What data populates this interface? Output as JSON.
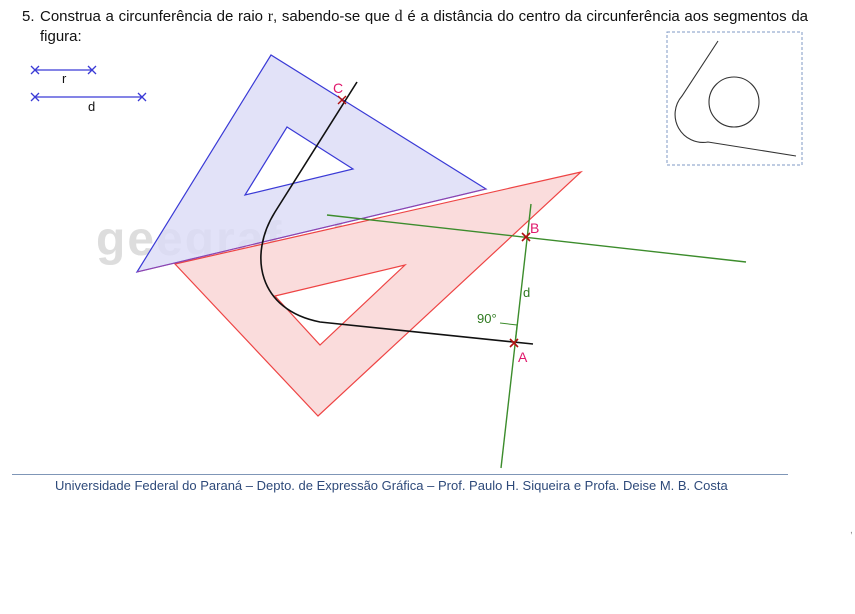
{
  "question": {
    "number": "5.",
    "prefix": "Construa a circunferência de raio",
    "var_r": "r",
    "middle": ", sabendo-se que",
    "var_d": "d",
    "suffix": "é a distância do centro da circunferência aos segmentos da figura:"
  },
  "segments": {
    "r_label": "r",
    "d_label": "d"
  },
  "watermark": "geegraf - UFPR",
  "points": {
    "A": "A",
    "B": "B",
    "C": "C"
  },
  "labels": {
    "distance": "d",
    "angle": "90°"
  },
  "colors": {
    "blue_square": "#3a3ad6",
    "blue_fill": "#dcdcf6",
    "red_square": "#ee4444",
    "red_fill": "#fadcdc",
    "green": "#3c8c2c",
    "point_label": "#e0186c",
    "text": "#111111"
  },
  "footer": "Universidade Federal do Paraná – Depto. de Expressão Gráfica – Prof. Paulo H. Siqueira e Profa. Deise M. B. Costa",
  "corner_mark": ","
}
